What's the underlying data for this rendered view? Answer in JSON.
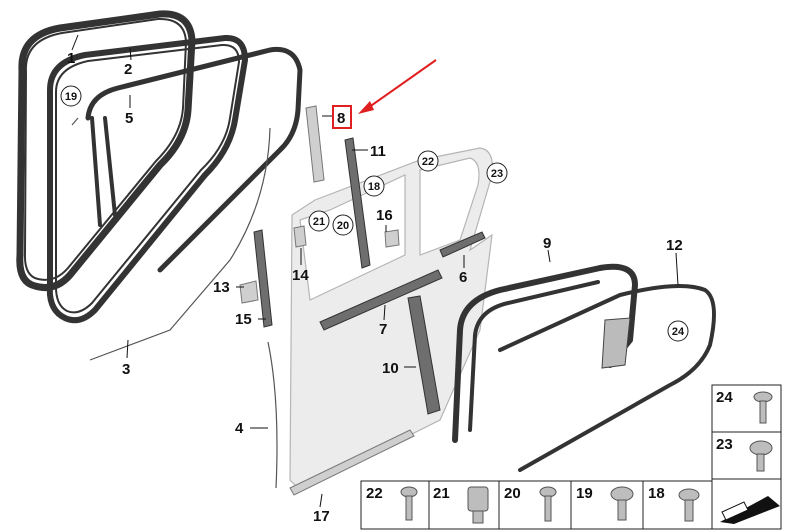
{
  "callouts": {
    "c1": "1",
    "c2": "2",
    "c3": "3",
    "c4": "4",
    "c5": "5",
    "c6": "6",
    "c7": "7",
    "c8": "8",
    "c9": "9",
    "c10": "10",
    "c11": "11",
    "c12": "12",
    "c13": "13",
    "c14": "14",
    "c15": "15",
    "c16": "16",
    "c17": "17",
    "c18": "18",
    "c19": "19",
    "c20": "20",
    "c21": "21",
    "c22": "22",
    "c23": "23",
    "c24": "24"
  },
  "hardware": {
    "h24": "24",
    "h23": "23",
    "h22": "22",
    "h21": "21",
    "h20": "20",
    "h19": "19",
    "h18": "18"
  },
  "highlight": {
    "color": "#e02020",
    "part": "8"
  }
}
